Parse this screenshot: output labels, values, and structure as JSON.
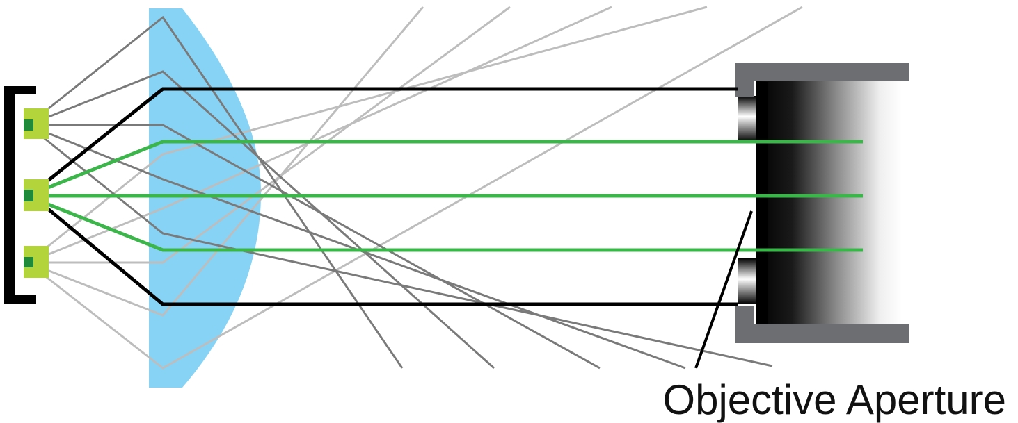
{
  "labels": {
    "objective_aperture": "Objective Aperture"
  },
  "colors": {
    "lens": "#86d3f6",
    "led_pad": "#b3d43a",
    "led_core": "#1f8a3a",
    "green_ray": "#3cb54a",
    "black_ray": "#000000",
    "stray_ray_dark": "#7a7a7a",
    "stray_ray_light": "#bdbdbd",
    "objective_housing": "#6d6e71"
  },
  "icons": {
    "led_array_bracket": "bracket-shape",
    "condenser_lens": "plano-convex-lens",
    "objective": "objective-barrel"
  }
}
